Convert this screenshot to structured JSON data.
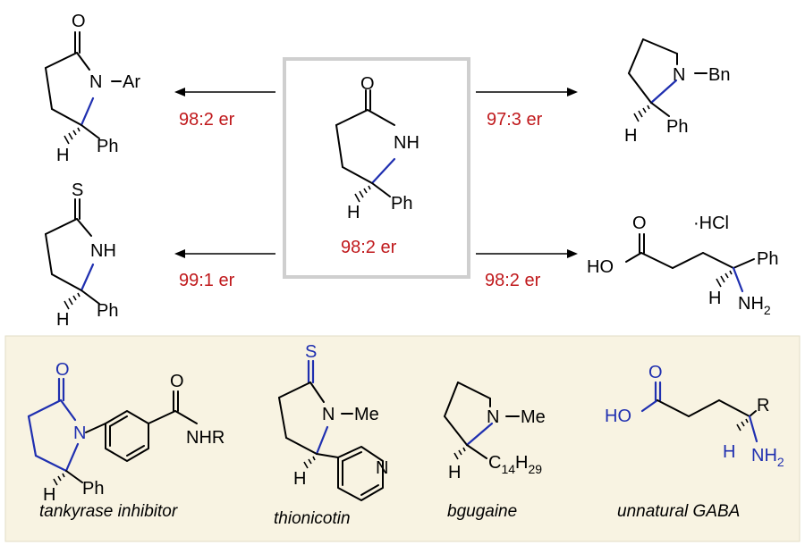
{
  "center": {
    "er": "98:2 er",
    "atoms": {
      "O": "O",
      "NH": "NH",
      "H": "H",
      "Ph": "Ph"
    }
  },
  "reactions": [
    {
      "er": "98:2 er"
    },
    {
      "er": "97:3 er"
    },
    {
      "er": "99:1 er"
    },
    {
      "er": "98:2 er"
    }
  ],
  "products": {
    "n_aryl_lactam": {
      "O": "O",
      "N": "N",
      "Ar": "Ar",
      "H": "H",
      "Ph": "Ph"
    },
    "n_benzyl_pyrrolidine": {
      "N": "N",
      "Bn": "Bn",
      "H": "H",
      "Ph": "Ph"
    },
    "thiolactam": {
      "S": "S",
      "NH": "NH",
      "H": "H",
      "Ph": "Ph"
    },
    "amino_acid": {
      "O": "O",
      "HO": "HO",
      "HCl": "·HCl",
      "Ph": "Ph",
      "H": "H",
      "NH": "NH",
      "sub2": "2"
    }
  },
  "applications": [
    {
      "caption": "tankyrase inhibitor",
      "atoms": {
        "O1": "O",
        "N": "N",
        "O2": "O",
        "NHR": "NHR",
        "H": "H",
        "Ph": "Ph"
      }
    },
    {
      "caption": "thionicotin",
      "atoms": {
        "S": "S",
        "N": "N",
        "Me": "Me",
        "H": "H",
        "Npy": "N"
      }
    },
    {
      "caption": "bgugaine",
      "atoms": {
        "N": "N",
        "Me": "Me",
        "H": "H",
        "C": "C",
        "sub14": "14",
        "Hc": "H",
        "sub29": "29"
      }
    },
    {
      "caption": "unnatural GABA",
      "atoms": {
        "O": "O",
        "HO": "HO",
        "R": "R",
        "H": "H",
        "NH": "NH",
        "sub2": "2"
      }
    }
  ],
  "colors": {
    "accent_red": "#c0191c",
    "accent_blue": "#1f2fb0",
    "panel": "#f8f3e2",
    "box": "#cfcfcf"
  }
}
